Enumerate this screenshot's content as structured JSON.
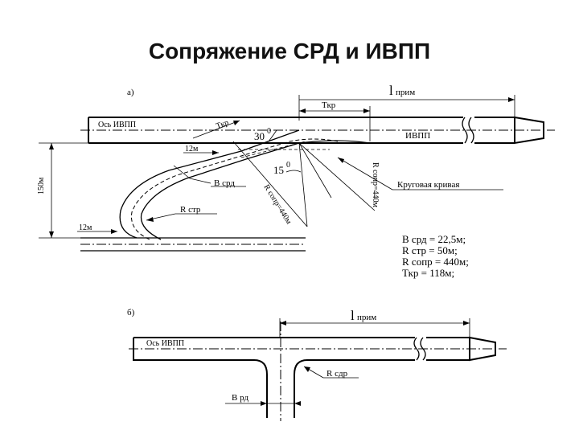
{
  "title": "Сопряжение СРД и ИВПП",
  "diagram_a": {
    "label": "а)",
    "l_prim": "l",
    "l_prim_sub": "прим",
    "t_kr": "Ткр",
    "t_kr_diag": "Ткр",
    "axis_label": "Ось ИВПП",
    "runway_label": "ИВПП",
    "angle_30": "30",
    "angle_15": "15",
    "deg": "0",
    "dim_12m_top": "12м",
    "dim_12m_bottom": "12м",
    "dim_150m": "150м",
    "b_srd": "В срд",
    "r_str": "R стр",
    "r_sopr_diag": "R сопр=440м",
    "r_sopr_vert": "R сопр=440м",
    "curve_label": "Круговая кривая",
    "params": [
      "В срд = 22,5м;",
      "R стр = 50м;",
      "R сопр = 440м;",
      "Ткр = 118м;"
    ]
  },
  "diagram_b": {
    "label": "б)",
    "l_prim": "l",
    "l_prim_sub": "прим",
    "axis_label": "Ось ИВПП",
    "r_sdr": "R сдр",
    "b_rd": "В рд"
  }
}
